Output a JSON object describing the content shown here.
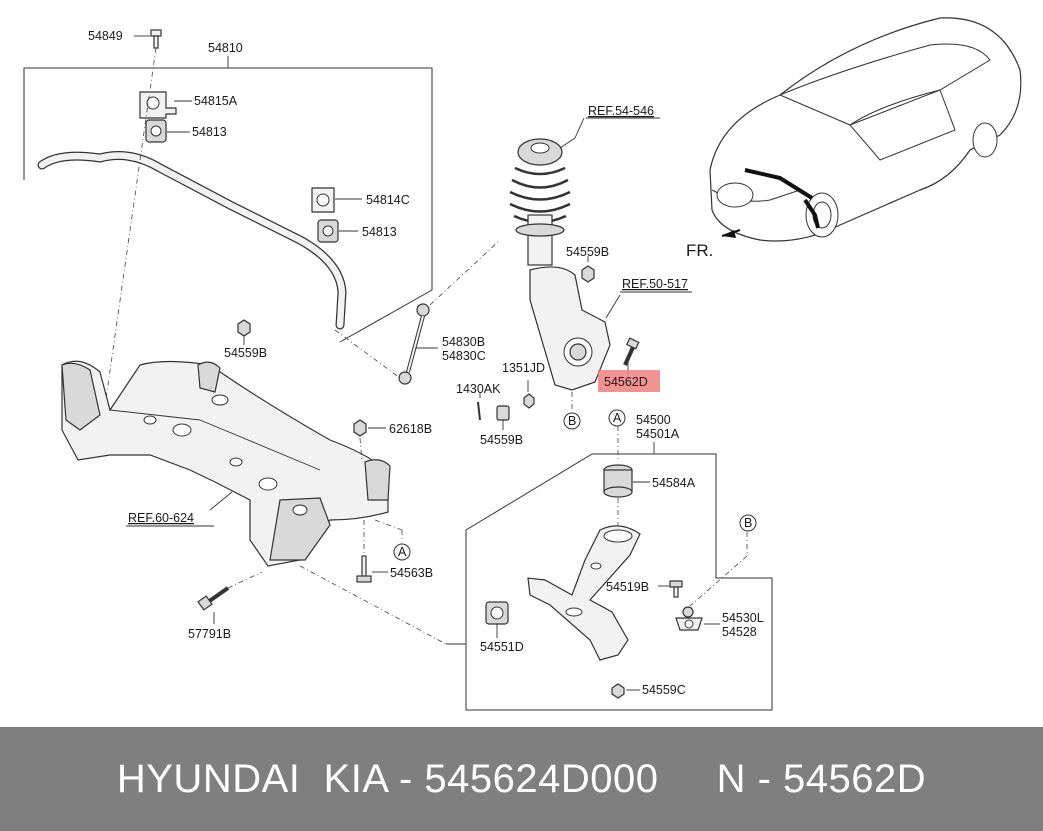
{
  "colors": {
    "highlight": "#f08080",
    "footer_bg": "#7f7f7f",
    "footer_text": "#ffffff"
  },
  "labels": {
    "p54849": "54849",
    "p54810": "54810",
    "p54815A": "54815A",
    "p54813a": "54813",
    "p54814C": "54814C",
    "p54813b": "54813",
    "p54559Ba": "54559B",
    "p54830B": "54830B",
    "p54830C": "54830C",
    "p62618B": "62618B",
    "p54563B": "54563B",
    "p57791B": "57791B",
    "p54559Bb": "54559B",
    "p1351JD": "1351JD",
    "p1430AK": "1430AK",
    "p54559Bc": "54559B",
    "p54562D": "54562D",
    "p54500": "54500",
    "p54501A": "54501A",
    "p54584A": "54584A",
    "p54519B": "54519B",
    "p54530L": "54530L",
    "p54528": "54528",
    "p54551D": "54551D",
    "p54559C": "54559C",
    "fr": "FR."
  },
  "refs": {
    "strut": "REF.54-546",
    "knuckle": "REF.50-517",
    "subframe": "REF.60-624"
  },
  "markers": {
    "a1": "A",
    "a2": "A",
    "b1": "B",
    "b2": "B"
  },
  "footer": {
    "text": "HYUNDAI  KIA - 545624D000     N - 54562D"
  }
}
